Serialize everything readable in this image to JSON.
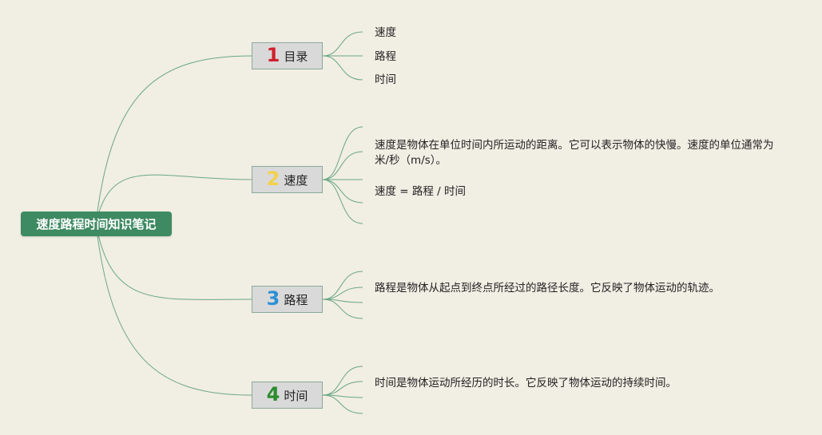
{
  "root": {
    "label": "速度路程时间知识笔记"
  },
  "topics": [
    {
      "num": "1",
      "num_color": "#d0202a",
      "label": "目录",
      "items": [
        "速度",
        "路程",
        "时间"
      ]
    },
    {
      "num": "2",
      "num_color": "#f2d04a",
      "label": "速度",
      "items": [
        "速度是物体在单位时间内所运动的距离。它可以表示物体的快慢。速度的单位通常为米/秒（m/s）。",
        "速度 = 路程 / 时间"
      ]
    },
    {
      "num": "3",
      "num_color": "#2d8fd6",
      "label": "路程",
      "items": [
        "路程是物体从起点到终点所经过的路径长度。它反映了物体运动的轨迹。"
      ]
    },
    {
      "num": "4",
      "num_color": "#2e8b2e",
      "label": "时间",
      "items": [
        "时间是物体运动所经历的时长。它反映了物体运动的持续时间。"
      ]
    }
  ],
  "colors": {
    "background": "#f1eee4",
    "root_fill": "#3e8a62",
    "topic_fill": "#d9d9d9",
    "line": "#6aa784"
  }
}
